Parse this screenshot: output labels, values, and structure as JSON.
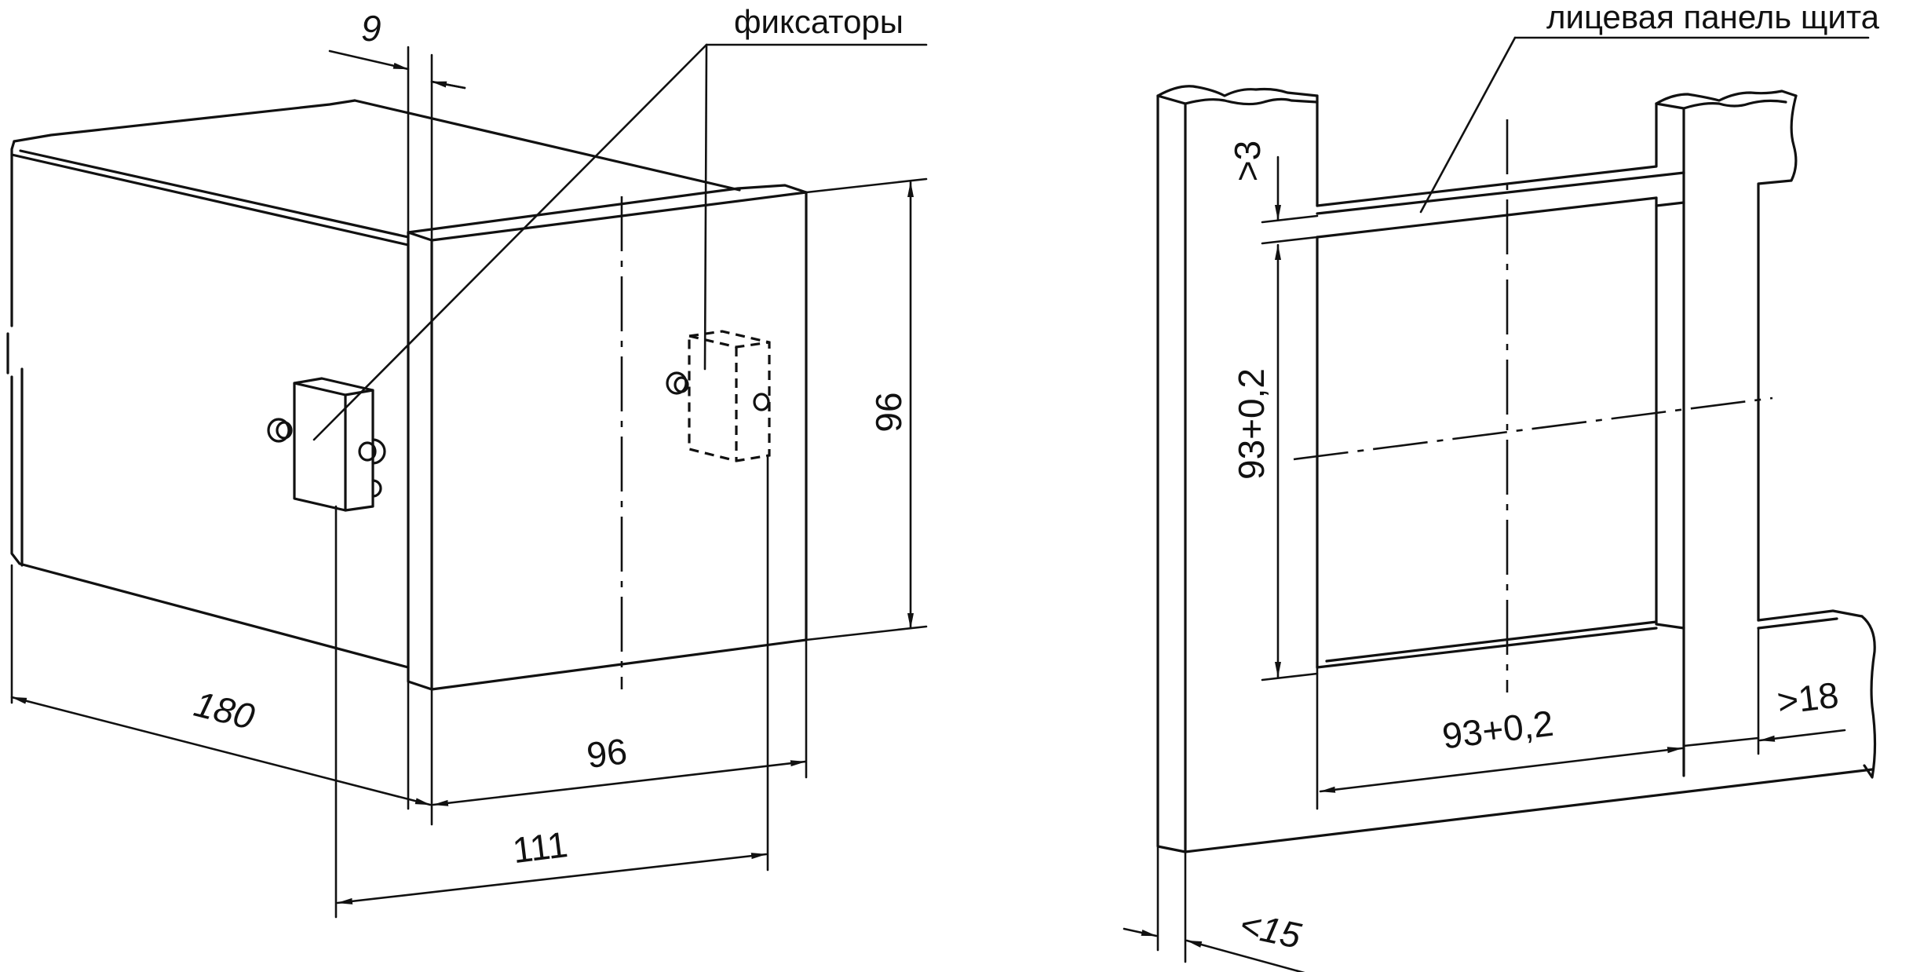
{
  "labels": {
    "latches": "фиксаторы",
    "front_panel": "лицевая панель щита"
  },
  "dimensions": {
    "d9": "9",
    "d96_height": "96",
    "d180": "180",
    "d96_width": "96",
    "d111": "111",
    "gt3": ">3",
    "cut_height": "93+0,2",
    "cut_width": "93+0,2",
    "gt18": ">18",
    "lt15": "<15"
  }
}
